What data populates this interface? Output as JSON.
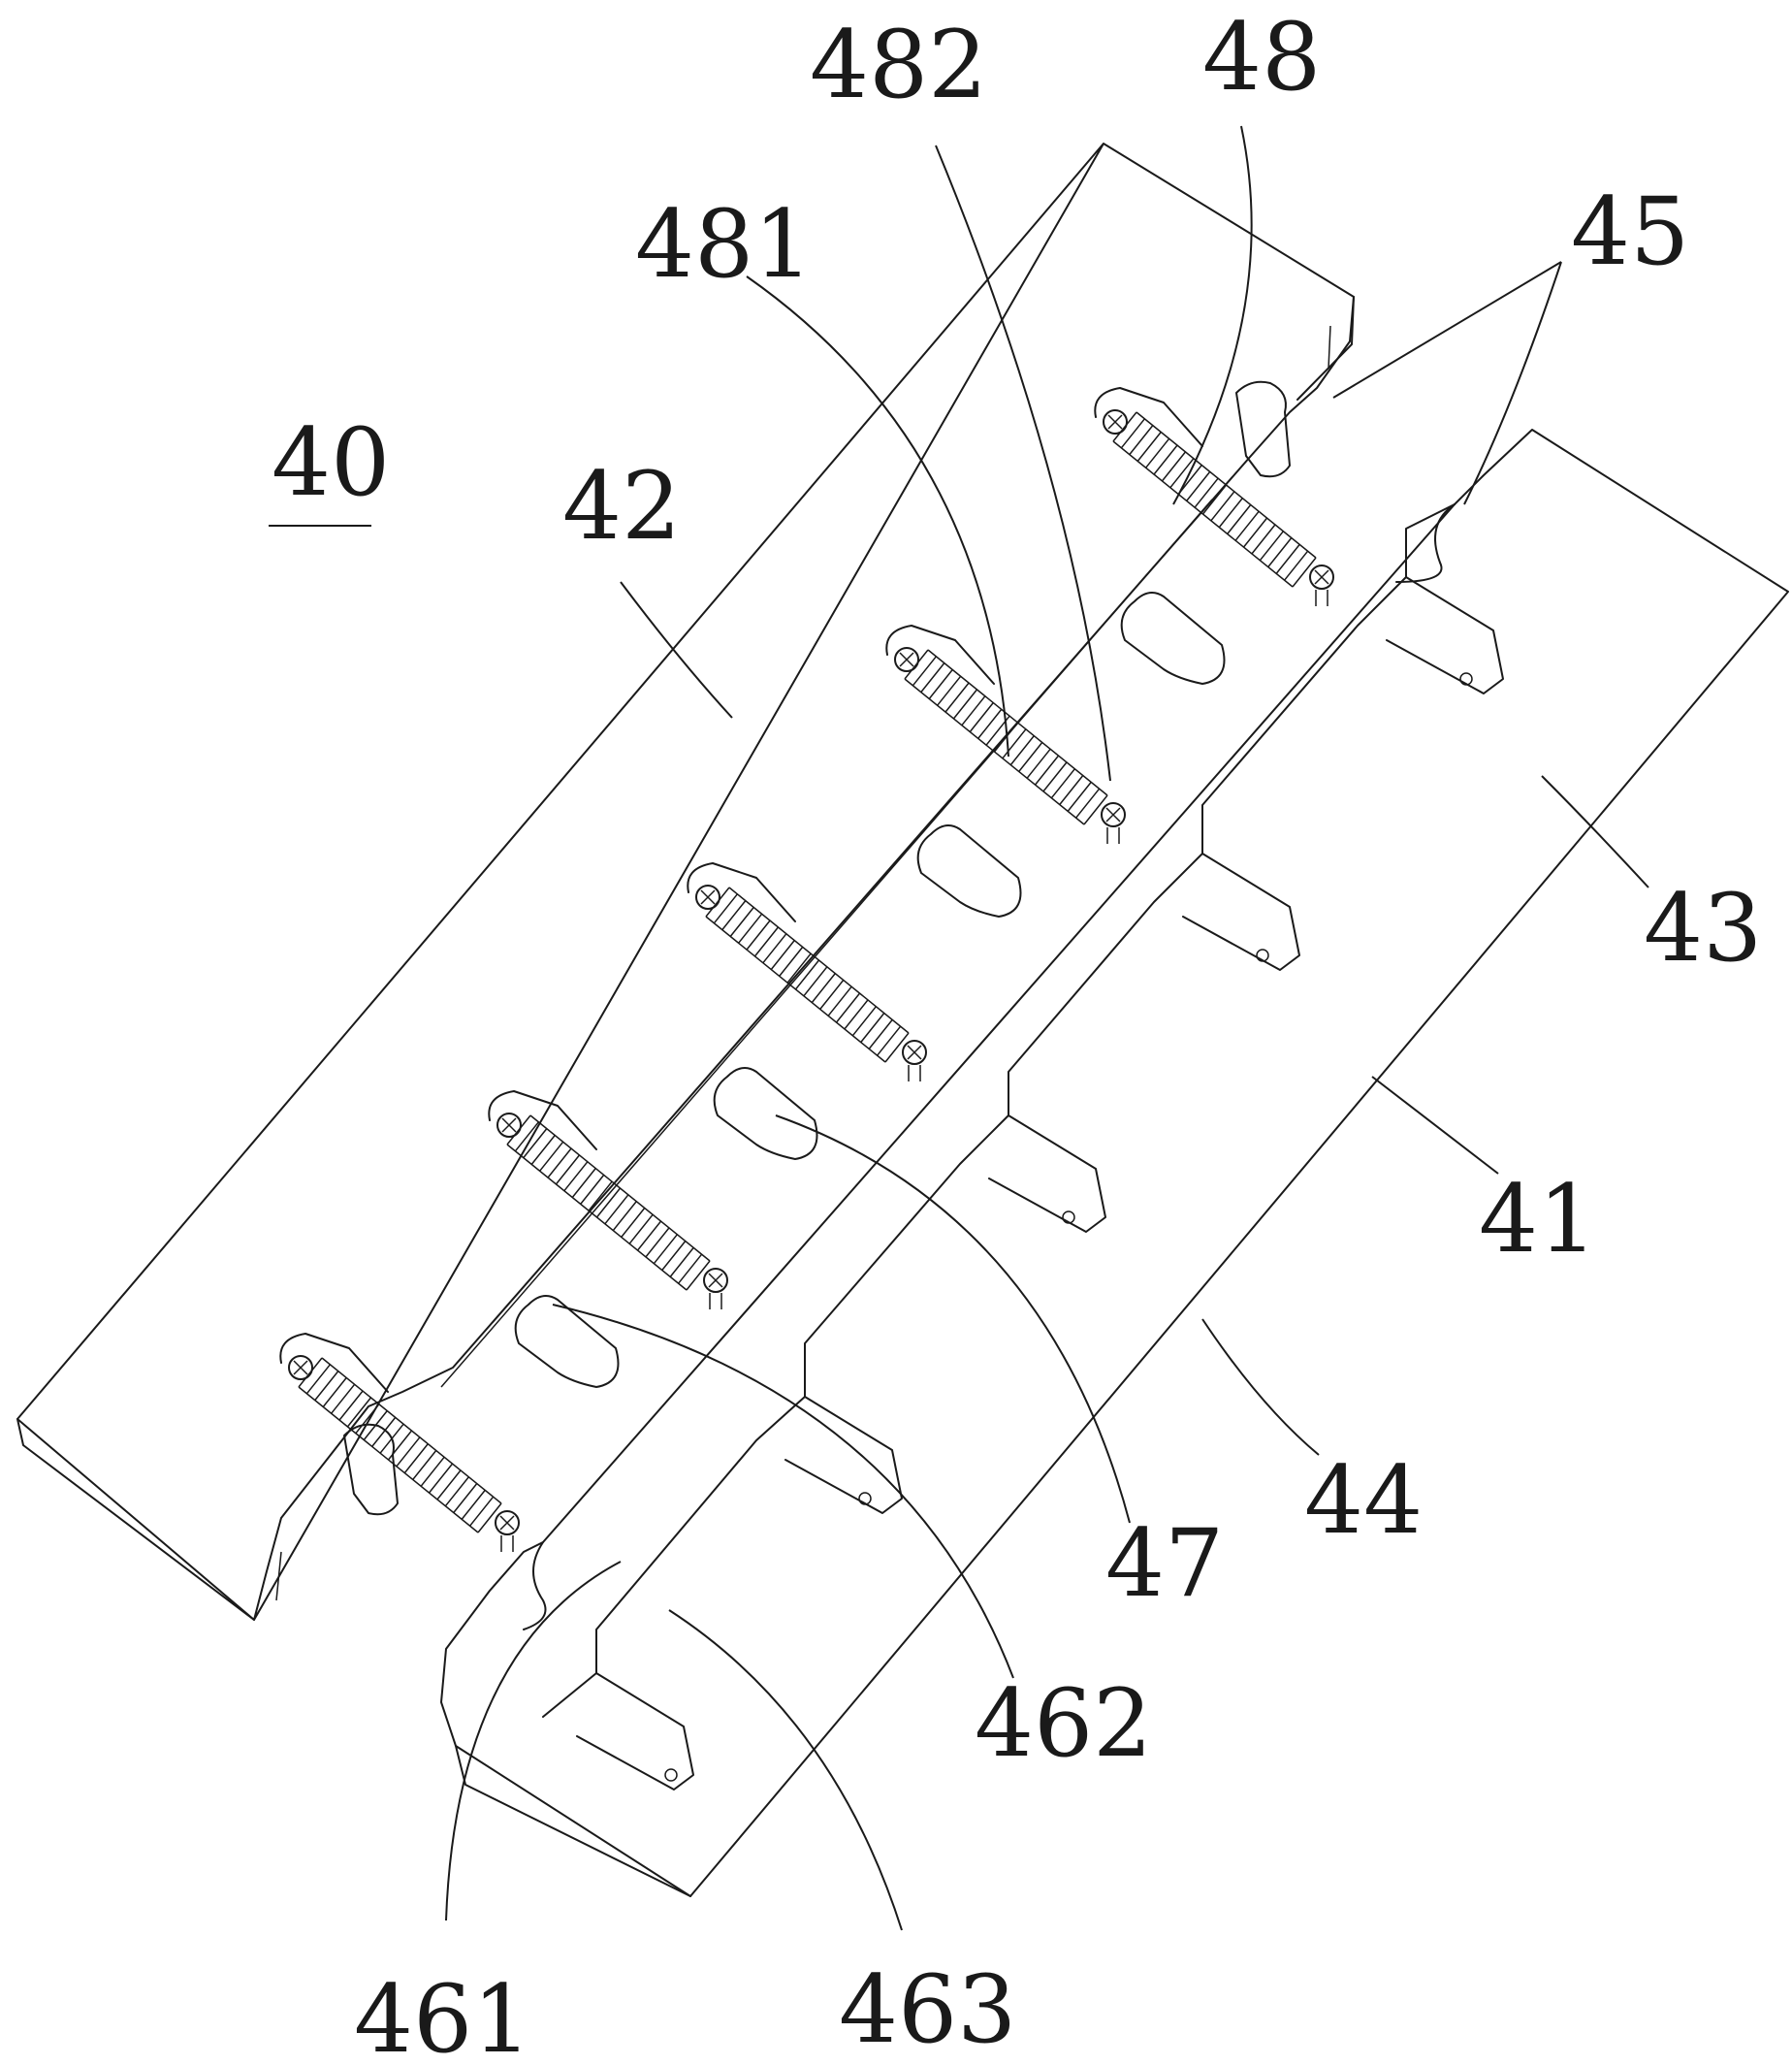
{
  "labels": {
    "l40": "40",
    "l42": "42",
    "l481": "481",
    "l482": "482",
    "l48": "48",
    "l45": "45",
    "l43": "43",
    "l41": "41",
    "l44": "44",
    "l47": "47",
    "l462": "462",
    "l461": "461",
    "l463": "463"
  }
}
